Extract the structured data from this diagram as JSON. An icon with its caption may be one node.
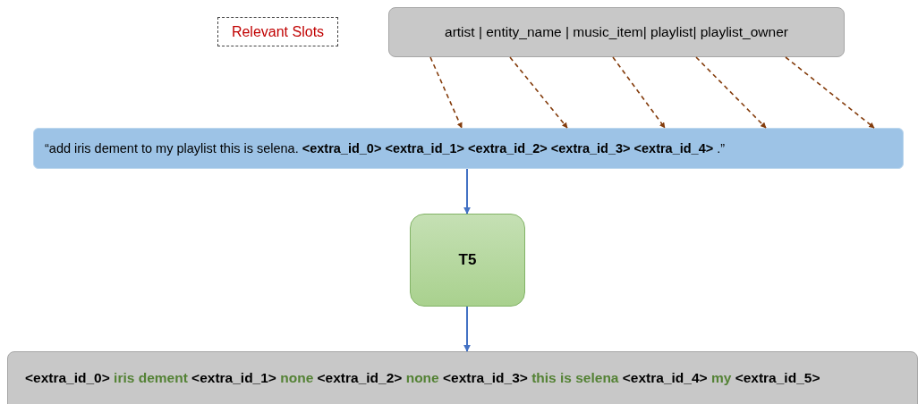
{
  "diagram": {
    "nodes": [
      {
        "text": [
          "Relevant Slots"
        ]
      },
      {
        "text": [
          "artist | entity_name | music_item| playlist| playlist_owner"
        ]
      },
      {
        "text": [
          "“add iris dement to my playlist this is selena. **<extra_id_0> <extra_id_1> <extra_id_2> <extra_id_3> <extra_id_4>** .”"
        ]
      },
      {
        "text": [
          "T5"
        ]
      },
      {
        "text": [
          "<extra_id_0> *iris dement* <extra_id_1> *none* <extra_id_2> *none* <extra_id_3> *this is selena* <extra_id_4> *my* <extra_id_5>"
        ]
      }
    ],
    "edges": [
      {
        "from": 1,
        "to": 2,
        "arrow": "to",
        "style": "dashed"
      },
      {
        "from": 1,
        "to": 2,
        "arrow": "to",
        "style": "dashed"
      },
      {
        "from": 1,
        "to": 2,
        "arrow": "to",
        "style": "dashed"
      },
      {
        "from": 1,
        "to": 2,
        "arrow": "to",
        "style": "dashed"
      },
      {
        "from": 1,
        "to": 2,
        "arrow": "to",
        "style": "dashed"
      },
      {
        "from": 2,
        "to": 3,
        "arrow": "to",
        "color": "#4472c4"
      },
      {
        "from": 3,
        "to": 4,
        "arrow": "to",
        "color": "#4472c4"
      }
    ]
  }
}
